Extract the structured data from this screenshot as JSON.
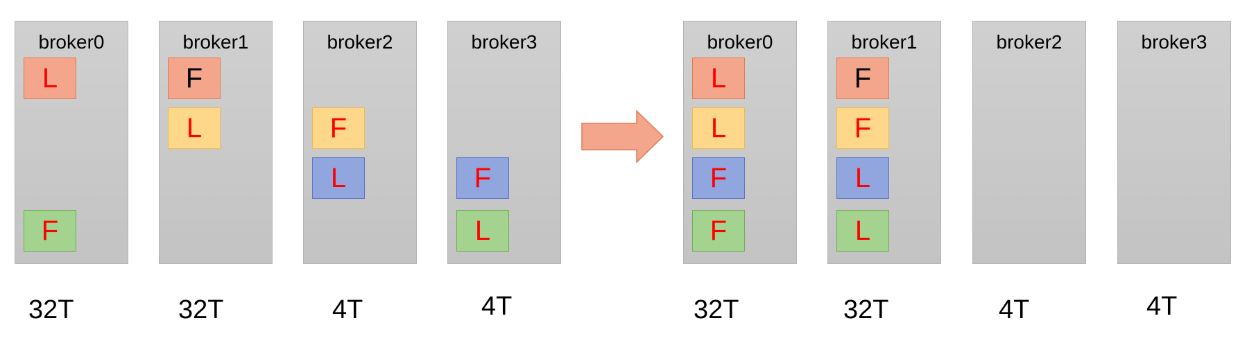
{
  "colors": {
    "orange": {
      "bg": "#f3a68b",
      "border": "#e07a52"
    },
    "yellow": {
      "bg": "#fdd88a",
      "border": "#f0b94a"
    },
    "blue": {
      "bg": "#91a6df",
      "border": "#5c74c4"
    },
    "green": {
      "bg": "#a4d28f",
      "border": "#72ad57"
    },
    "letter_red": "#ff0000",
    "letter_black": "#000000",
    "arrow": "#f3a68b"
  },
  "before": {
    "brokers": [
      {
        "name": "broker0",
        "capacity": "32T",
        "replicas": [
          {
            "role": "L",
            "color": "orange",
            "text": "red",
            "slot": 0
          },
          {
            "role": "F",
            "color": "green",
            "text": "red",
            "slot": 3
          }
        ]
      },
      {
        "name": "broker1",
        "capacity": "32T",
        "replicas": [
          {
            "role": "F",
            "color": "orange",
            "text": "black",
            "slot": 0
          },
          {
            "role": "L",
            "color": "yellow",
            "text": "red",
            "slot": 1
          }
        ]
      },
      {
        "name": "broker2",
        "capacity": "4T",
        "replicas": [
          {
            "role": "F",
            "color": "yellow",
            "text": "red",
            "slot": 1
          },
          {
            "role": "L",
            "color": "blue",
            "text": "red",
            "slot": 2
          }
        ]
      },
      {
        "name": "broker3",
        "capacity": "4T",
        "replicas": [
          {
            "role": "F",
            "color": "blue",
            "text": "red",
            "slot": 2
          },
          {
            "role": "L",
            "color": "green",
            "text": "red",
            "slot": 3
          }
        ]
      }
    ]
  },
  "after": {
    "brokers": [
      {
        "name": "broker0",
        "capacity": "32T",
        "replicas": [
          {
            "role": "L",
            "color": "orange",
            "text": "red",
            "slot": 0
          },
          {
            "role": "L",
            "color": "yellow",
            "text": "red",
            "slot": 1
          },
          {
            "role": "F",
            "color": "blue",
            "text": "red",
            "slot": 2
          },
          {
            "role": "F",
            "color": "green",
            "text": "red",
            "slot": 3
          }
        ]
      },
      {
        "name": "broker1",
        "capacity": "32T",
        "replicas": [
          {
            "role": "F",
            "color": "orange",
            "text": "black",
            "slot": 0
          },
          {
            "role": "F",
            "color": "yellow",
            "text": "red",
            "slot": 1
          },
          {
            "role": "L",
            "color": "blue",
            "text": "red",
            "slot": 2
          },
          {
            "role": "L",
            "color": "green",
            "text": "red",
            "slot": 3
          }
        ]
      },
      {
        "name": "broker2",
        "capacity": "4T",
        "replicas": []
      },
      {
        "name": "broker3",
        "capacity": "4T",
        "replicas": []
      }
    ]
  }
}
